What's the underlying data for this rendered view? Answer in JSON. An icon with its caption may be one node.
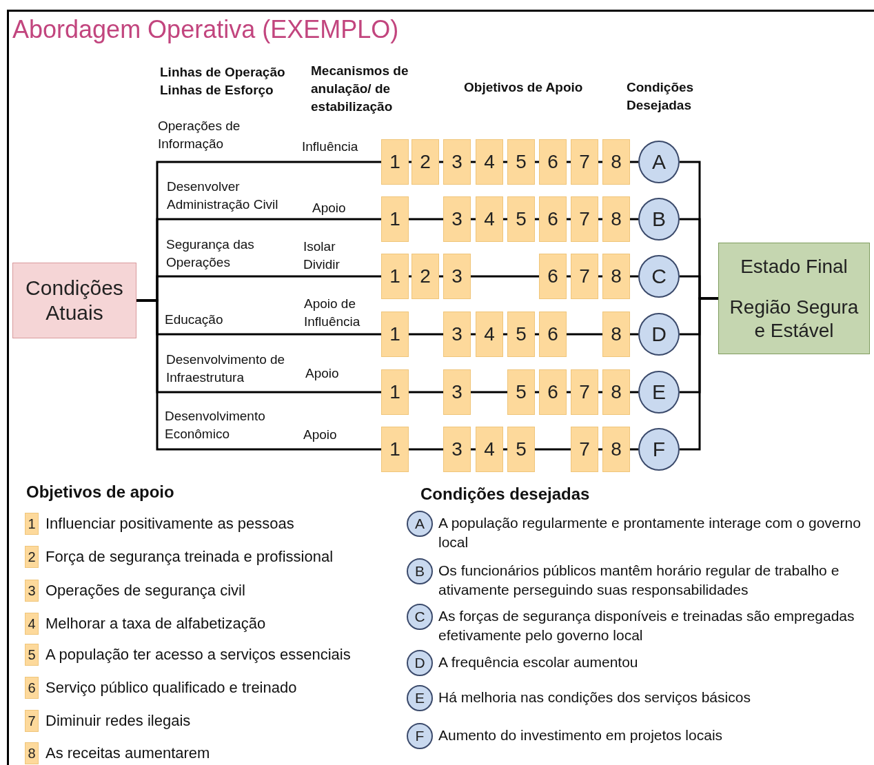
{
  "diagram": {
    "title": "Abordagem Operativa (EXEMPLO)",
    "nodes": [
      {
        "text": [
          "Condições Atuais"
        ]
      },
      {
        "text": [
          "1"
        ]
      },
      {
        "text": [
          "2"
        ]
      },
      {
        "text": [
          "3"
        ]
      },
      {
        "text": [
          "4"
        ]
      },
      {
        "text": [
          "5"
        ]
      },
      {
        "text": [
          "6"
        ]
      },
      {
        "text": [
          "7"
        ]
      },
      {
        "text": [
          "8"
        ]
      },
      {
        "text": [
          "A"
        ]
      },
      {
        "text": [
          "1"
        ]
      },
      {
        "text": [
          "3"
        ]
      },
      {
        "text": [
          "4"
        ]
      },
      {
        "text": [
          "5"
        ]
      },
      {
        "text": [
          "6"
        ]
      },
      {
        "text": [
          "7"
        ]
      },
      {
        "text": [
          "8"
        ]
      },
      {
        "text": [
          "B"
        ]
      },
      {
        "text": [
          "1"
        ]
      },
      {
        "text": [
          "2"
        ]
      },
      {
        "text": [
          "3"
        ]
      },
      {
        "text": [
          "6"
        ]
      },
      {
        "text": [
          "7"
        ]
      },
      {
        "text": [
          "8"
        ]
      },
      {
        "text": [
          "C"
        ]
      },
      {
        "text": [
          "1"
        ]
      },
      {
        "text": [
          "3"
        ]
      },
      {
        "text": [
          "4"
        ]
      },
      {
        "text": [
          "5"
        ]
      },
      {
        "text": [
          "6"
        ]
      },
      {
        "text": [
          "8"
        ]
      },
      {
        "text": [
          "D"
        ]
      },
      {
        "text": [
          "1"
        ]
      },
      {
        "text": [
          "3"
        ]
      },
      {
        "text": [
          "5"
        ]
      },
      {
        "text": [
          "6"
        ]
      },
      {
        "text": [
          "7"
        ]
      },
      {
        "text": [
          "8"
        ]
      },
      {
        "text": [
          "E"
        ]
      },
      {
        "text": [
          "1"
        ]
      },
      {
        "text": [
          "3"
        ]
      },
      {
        "text": [
          "4"
        ]
      },
      {
        "text": [
          "5"
        ]
      },
      {
        "text": [
          "7"
        ]
      },
      {
        "text": [
          "8"
        ]
      },
      {
        "text": [
          "F"
        ]
      },
      {
        "text": [
          "Estado Final",
          "Região Segura e Estável"
        ]
      },
      {
        "text": [
          "1"
        ],
        "beside": [
          "Influenciar positivamente as pessoas"
        ]
      },
      {
        "text": [
          "2"
        ],
        "beside": [
          "Força de segurança treinada e profissional"
        ]
      },
      {
        "text": [
          "3"
        ],
        "beside": [
          "Operações de segurança civil"
        ]
      },
      {
        "text": [
          "4"
        ],
        "beside": [
          "Melhorar a taxa de alfabetização"
        ]
      },
      {
        "text": [
          "5"
        ],
        "beside": [
          "A população ter acesso a serviços essenciais"
        ]
      },
      {
        "text": [
          "6"
        ],
        "beside": [
          "Serviço público qualificado e treinado"
        ]
      },
      {
        "text": [
          "7"
        ],
        "beside": [
          "Diminuir redes ilegais"
        ]
      },
      {
        "text": [
          "8"
        ],
        "beside": [
          "As receitas aumentarem"
        ]
      },
      {
        "text": [
          "A"
        ],
        "beside": [
          "A população regularmente e prontamente interage com o governo local"
        ]
      },
      {
        "text": [
          "B"
        ],
        "beside": [
          "Os funcionários públicos mantêm horário regular de trabalho e ativamente perseguindo suas responsabilidades"
        ]
      },
      {
        "text": [
          "C"
        ],
        "beside": [
          "As forças de segurança disponíveis e treinadas são empregadas efetivamente pelo governo local"
        ]
      },
      {
        "text": [
          "D"
        ],
        "beside": [
          "A frequência escolar aumentou"
        ]
      },
      {
        "text": [
          "E"
        ],
        "beside": [
          "Há melhoria nas condições dos serviços básicos"
        ]
      },
      {
        "text": [
          "F"
        ],
        "beside": [
          "Aumento do investimento em projetos locais"
        ]
      }
    ],
    "edges": [
      {
        "from": 0,
        "to": 1,
        "arrow": "none"
      },
      {
        "from": 1,
        "to": 2,
        "arrow": "none"
      },
      {
        "from": 2,
        "to": 3,
        "arrow": "none"
      },
      {
        "from": 3,
        "to": 4,
        "arrow": "none"
      },
      {
        "from": 4,
        "to": 5,
        "arrow": "none"
      },
      {
        "from": 5,
        "to": 6,
        "arrow": "none"
      },
      {
        "from": 6,
        "to": 7,
        "arrow": "none"
      },
      {
        "from": 7,
        "to": 8,
        "arrow": "none"
      },
      {
        "from": 8,
        "to": 9,
        "arrow": "none"
      },
      {
        "from": 9,
        "to": 46,
        "arrow": "none"
      },
      {
        "from": 0,
        "to": 10,
        "arrow": "none"
      },
      {
        "from": 10,
        "to": 11,
        "arrow": "none"
      },
      {
        "from": 11,
        "to": 12,
        "arrow": "none"
      },
      {
        "from": 12,
        "to": 13,
        "arrow": "none"
      },
      {
        "from": 13,
        "to": 14,
        "arrow": "none"
      },
      {
        "from": 14,
        "to": 15,
        "arrow": "none"
      },
      {
        "from": 15,
        "to": 16,
        "arrow": "none"
      },
      {
        "from": 16,
        "to": 17,
        "arrow": "none"
      },
      {
        "from": 17,
        "to": 46,
        "arrow": "none"
      },
      {
        "from": 0,
        "to": 18,
        "arrow": "none"
      },
      {
        "from": 18,
        "to": 19,
        "arrow": "none"
      },
      {
        "from": 19,
        "to": 20,
        "arrow": "none"
      },
      {
        "from": 20,
        "to": 21,
        "arrow": "none"
      },
      {
        "from": 21,
        "to": 22,
        "arrow": "none"
      },
      {
        "from": 22,
        "to": 23,
        "arrow": "none"
      },
      {
        "from": 23,
        "to": 24,
        "arrow": "none"
      },
      {
        "from": 24,
        "to": 46,
        "arrow": "none"
      },
      {
        "from": 0,
        "to": 25,
        "arrow": "none"
      },
      {
        "from": 25,
        "to": 26,
        "arrow": "none"
      },
      {
        "from": 26,
        "to": 27,
        "arrow": "none"
      },
      {
        "from": 27,
        "to": 28,
        "arrow": "none"
      },
      {
        "from": 28,
        "to": 29,
        "arrow": "none"
      },
      {
        "from": 29,
        "to": 30,
        "arrow": "none"
      },
      {
        "from": 30,
        "to": 31,
        "arrow": "none"
      },
      {
        "from": 31,
        "to": 46,
        "arrow": "none"
      },
      {
        "from": 0,
        "to": 32,
        "arrow": "none"
      },
      {
        "from": 32,
        "to": 33,
        "arrow": "none"
      },
      {
        "from": 33,
        "to": 34,
        "arrow": "none"
      },
      {
        "from": 34,
        "to": 35,
        "arrow": "none"
      },
      {
        "from": 35,
        "to": 36,
        "arrow": "none"
      },
      {
        "from": 36,
        "to": 37,
        "arrow": "none"
      },
      {
        "from": 37,
        "to": 38,
        "arrow": "none"
      },
      {
        "from": 38,
        "to": 46,
        "arrow": "none"
      },
      {
        "from": 0,
        "to": 39,
        "arrow": "none"
      },
      {
        "from": 39,
        "to": 40,
        "arrow": "none"
      },
      {
        "from": 40,
        "to": 41,
        "arrow": "none"
      },
      {
        "from": 41,
        "to": 42,
        "arrow": "none"
      },
      {
        "from": 42,
        "to": 43,
        "arrow": "none"
      },
      {
        "from": 43,
        "to": 44,
        "arrow": "none"
      },
      {
        "from": 44,
        "to": 45,
        "arrow": "none"
      },
      {
        "from": 45,
        "to": 46,
        "arrow": "none"
      }
    ],
    "labels": [
      "Linhas de Operação",
      "Linhas de Esforço",
      "Mecanismos de anulação/ de estabilização",
      "Objetivos de Apoio",
      "Condições Desejadas",
      "Operações de Informação",
      "Influência",
      "Desenvolver Administração Civil",
      "Apoio",
      "Segurança das Operações",
      "Isolar",
      "Dividir",
      "Apoio de Influência",
      "Educação",
      "Desenvolvimento de Infraestrutura",
      "Apoio",
      "Desenvolvimento Econômico",
      "Apoio",
      "Objetivos de apoio",
      "Condições desejadas"
    ]
  }
}
